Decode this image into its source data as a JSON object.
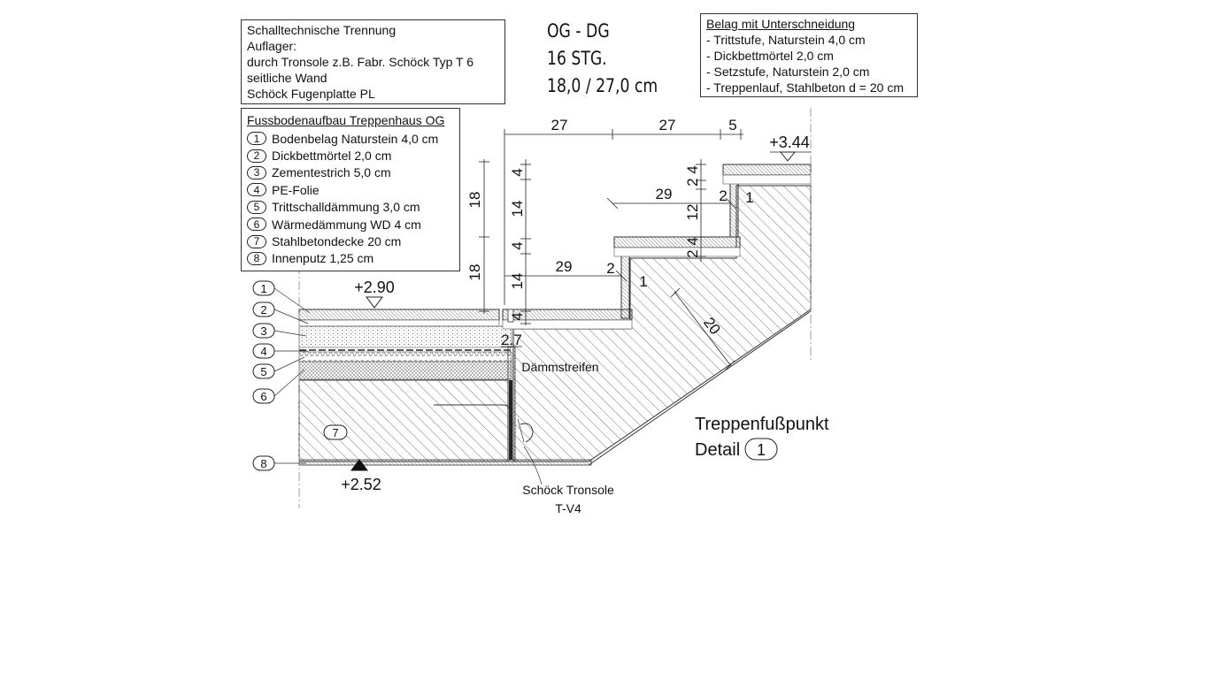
{
  "note_box": {
    "lines": [
      "Schalltechnische Trennung",
      "Auflager:",
      "durch Tronsole z.B. Fabr. Schöck Typ T 6",
      "seitliche Wand",
      "Schöck Fugenplatte PL"
    ]
  },
  "title": {
    "lines": [
      "OG - DG",
      "16 STG.",
      "18,0 / 27,0 cm"
    ]
  },
  "belag_box": {
    "heading": "Belag mit Unterschneidung",
    "lines": [
      "- Trittstufe, Naturstein 4,0 cm",
      "- Dickbettmörtel 2,0 cm",
      "- Setzstufe, Naturstein 2,0 cm",
      "- Treppenlauf, Stahlbeton d = 20 cm"
    ]
  },
  "legend_box": {
    "heading": "Fussbodenaufbau Treppenhaus OG",
    "items": [
      {
        "num": "1",
        "label": "Bodenbelag Naturstein 4,0 cm"
      },
      {
        "num": "2",
        "label": "Dickbettmörtel 2,0 cm"
      },
      {
        "num": "3",
        "label": "Zementestrich 5,0 cm"
      },
      {
        "num": "4",
        "label": "PE-Folie"
      },
      {
        "num": "5",
        "label": "Trittschalldämmung 3,0 cm"
      },
      {
        "num": "6",
        "label": "Wärmedämmung WD 4 cm"
      },
      {
        "num": "7",
        "label": "Stahlbetondecke 20 cm"
      },
      {
        "num": "8",
        "label": "Innenputz 1,25 cm"
      }
    ]
  },
  "levels": {
    "top": "+3.44",
    "floor": "+2.90",
    "ceiling": "+2.52"
  },
  "dimensions": {
    "d27a": "27",
    "d27b": "27",
    "d5": "5",
    "d18a": "18",
    "d18b": "18",
    "d4a": "4",
    "d14a": "14",
    "d4b": "4",
    "d14b": "14",
    "d4c": "4",
    "d29a": "29",
    "d29b": "29",
    "d2a": "2",
    "d2b": "2",
    "d1a": "1",
    "d1b": "1",
    "d24a": "2 4",
    "d12": "12",
    "d24b": "2 4",
    "d20": "20",
    "d27c": "2.7"
  },
  "layer_callouts": [
    "1",
    "2",
    "3",
    "4",
    "5",
    "6",
    "8"
  ],
  "slab_callout": "7",
  "labels": {
    "daemmstreifen": "Dämmstreifen",
    "tronsole_1": "Schöck Tronsole",
    "tronsole_2": "T-V4",
    "detail_title": "Treppenfußpunkt",
    "detail_label": "Detail",
    "detail_num": "1"
  }
}
